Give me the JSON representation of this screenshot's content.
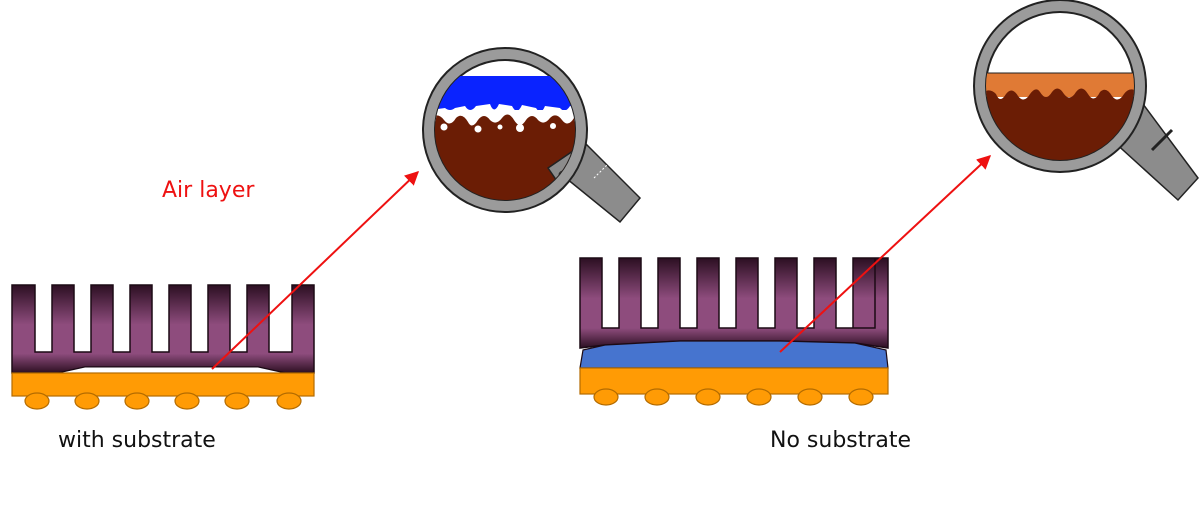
{
  "labels": {
    "air_layer": "Air layer",
    "left_caption": "with substrate",
    "right_caption": "No substrate"
  },
  "colors": {
    "heatsink_top": "#2c0f22",
    "heatsink_mid": "#8e4c7d",
    "substrate": "#ff9b05",
    "substrate_stroke": "#b36b00",
    "blue_layer": "#4674cf",
    "bright_blue": "#0a23ff",
    "brown": "#6b1d05",
    "orange_layer": "#e07a35",
    "lens_frame": "#9b9b9b",
    "arrow": "#ee1111",
    "label_red": "#ee1111"
  },
  "icons": {
    "magnifier": "magnifier-icon"
  }
}
